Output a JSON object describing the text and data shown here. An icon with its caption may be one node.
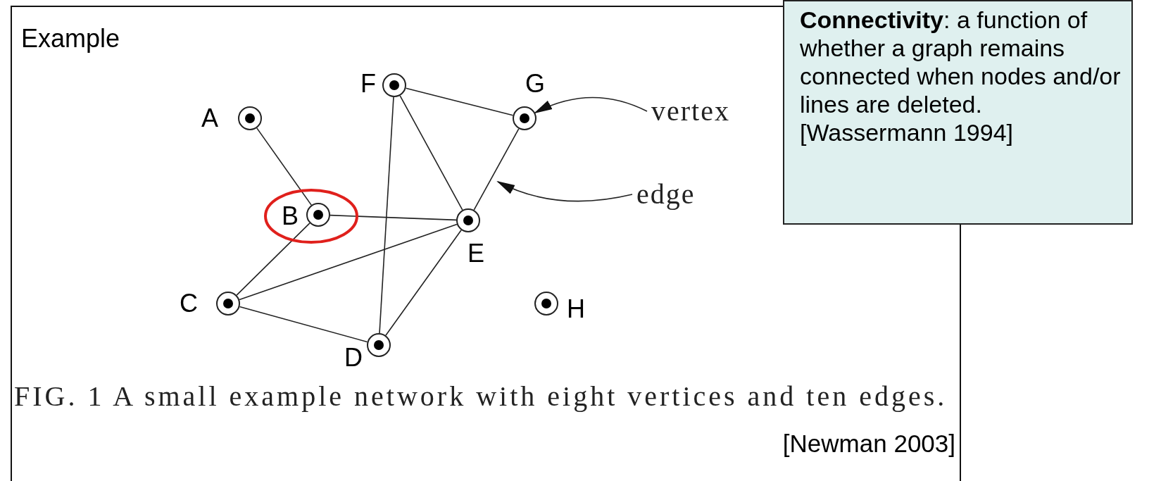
{
  "diagram": {
    "title": "Example",
    "caption": "FIG. 1 A small example network with eight vertices and ten edges.",
    "nodes": [
      {
        "text": [],
        "shape": "circle",
        "beside": [
          "A"
        ]
      },
      {
        "text": [],
        "shape": "circle",
        "beside": [
          "B"
        ]
      },
      {
        "text": [],
        "shape": "circle",
        "beside": [
          "C"
        ]
      },
      {
        "text": [],
        "shape": "circle",
        "beside": [
          "D"
        ]
      },
      {
        "text": [],
        "shape": "circle",
        "beside": [
          "E"
        ]
      },
      {
        "text": [],
        "shape": "circle",
        "beside": [
          "F"
        ]
      },
      {
        "text": [],
        "shape": "circle",
        "beside": [
          "G"
        ]
      },
      {
        "text": [],
        "shape": "circle",
        "beside": [
          "H"
        ]
      },
      {
        "text": [
          "vertex"
        ]
      },
      {
        "text": [
          "edge"
        ]
      },
      {
        "text": [
          "**Connectivity**: a function of whether a graph remains connected when nodes and/or lines are deleted. [Wassermann 1994]"
        ]
      }
    ],
    "edges": [
      {
        "from": 0,
        "to": 1,
        "arrow": "none"
      },
      {
        "from": 1,
        "to": 2,
        "arrow": "none"
      },
      {
        "from": 1,
        "to": 4,
        "arrow": "none"
      },
      {
        "from": 2,
        "to": 4,
        "arrow": "none"
      },
      {
        "from": 2,
        "to": 3,
        "arrow": "none"
      },
      {
        "from": 3,
        "to": 4,
        "arrow": "none"
      },
      {
        "from": 5,
        "to": 3,
        "arrow": "none"
      },
      {
        "from": 5,
        "to": 4,
        "arrow": "none"
      },
      {
        "from": 5,
        "to": 6,
        "arrow": "none"
      },
      {
        "from": 6,
        "to": 4,
        "arrow": "none"
      },
      {
        "from": 8,
        "to": 6,
        "arrow": "to"
      },
      {
        "from": 9,
        "to": null,
        "arrow": "to"
      }
    ],
    "labels": [
      "[Newman 2003]"
    ]
  }
}
